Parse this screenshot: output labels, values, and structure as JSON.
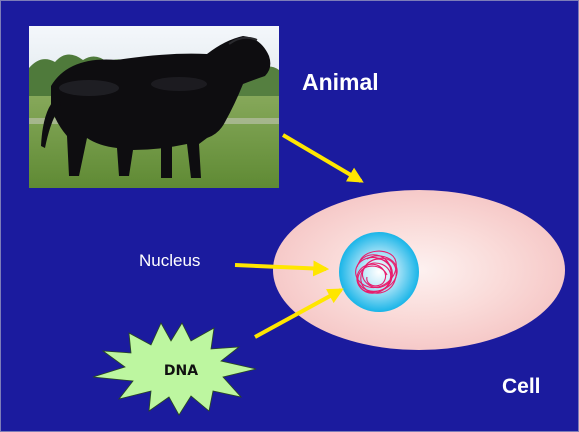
{
  "labels": {
    "animal": "Animal",
    "nucleus": "Nucleus",
    "dna": "DNA",
    "cell": "Cell"
  },
  "colors": {
    "background": "#1b1b9e",
    "arrow": "#ffe600",
    "cell": "#f9d3d1",
    "nucleus": "#39c8ee",
    "chromatin": "#e81c6c",
    "dna_burst": "#b8f59c"
  },
  "photo": {
    "subject": "black-bull-in-field"
  }
}
